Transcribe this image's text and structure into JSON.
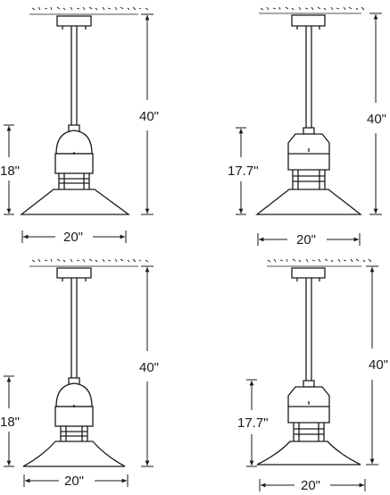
{
  "fixtures": [
    {
      "id": "top-left",
      "style": "dome",
      "shade": "flat",
      "overall_height": "40\"",
      "fixture_height": "18\"",
      "shade_width": "20\""
    },
    {
      "id": "top-right",
      "style": "cylinder",
      "shade": "flat",
      "overall_height": "40\"",
      "fixture_height": "17.7\"",
      "shade_width": "20\""
    },
    {
      "id": "bottom-left",
      "style": "dome",
      "shade": "flared",
      "overall_height": "40\"",
      "fixture_height": "18\"",
      "shade_width": "20\""
    },
    {
      "id": "bottom-right",
      "style": "cylinder",
      "shade": "flared",
      "overall_height": "40\"",
      "fixture_height": "17.7\"",
      "shade_width": "20\""
    }
  ],
  "colors": {
    "line": "#1a1a1a",
    "fill": "#ffffff",
    "ceiling_speckle": "#333333"
  }
}
